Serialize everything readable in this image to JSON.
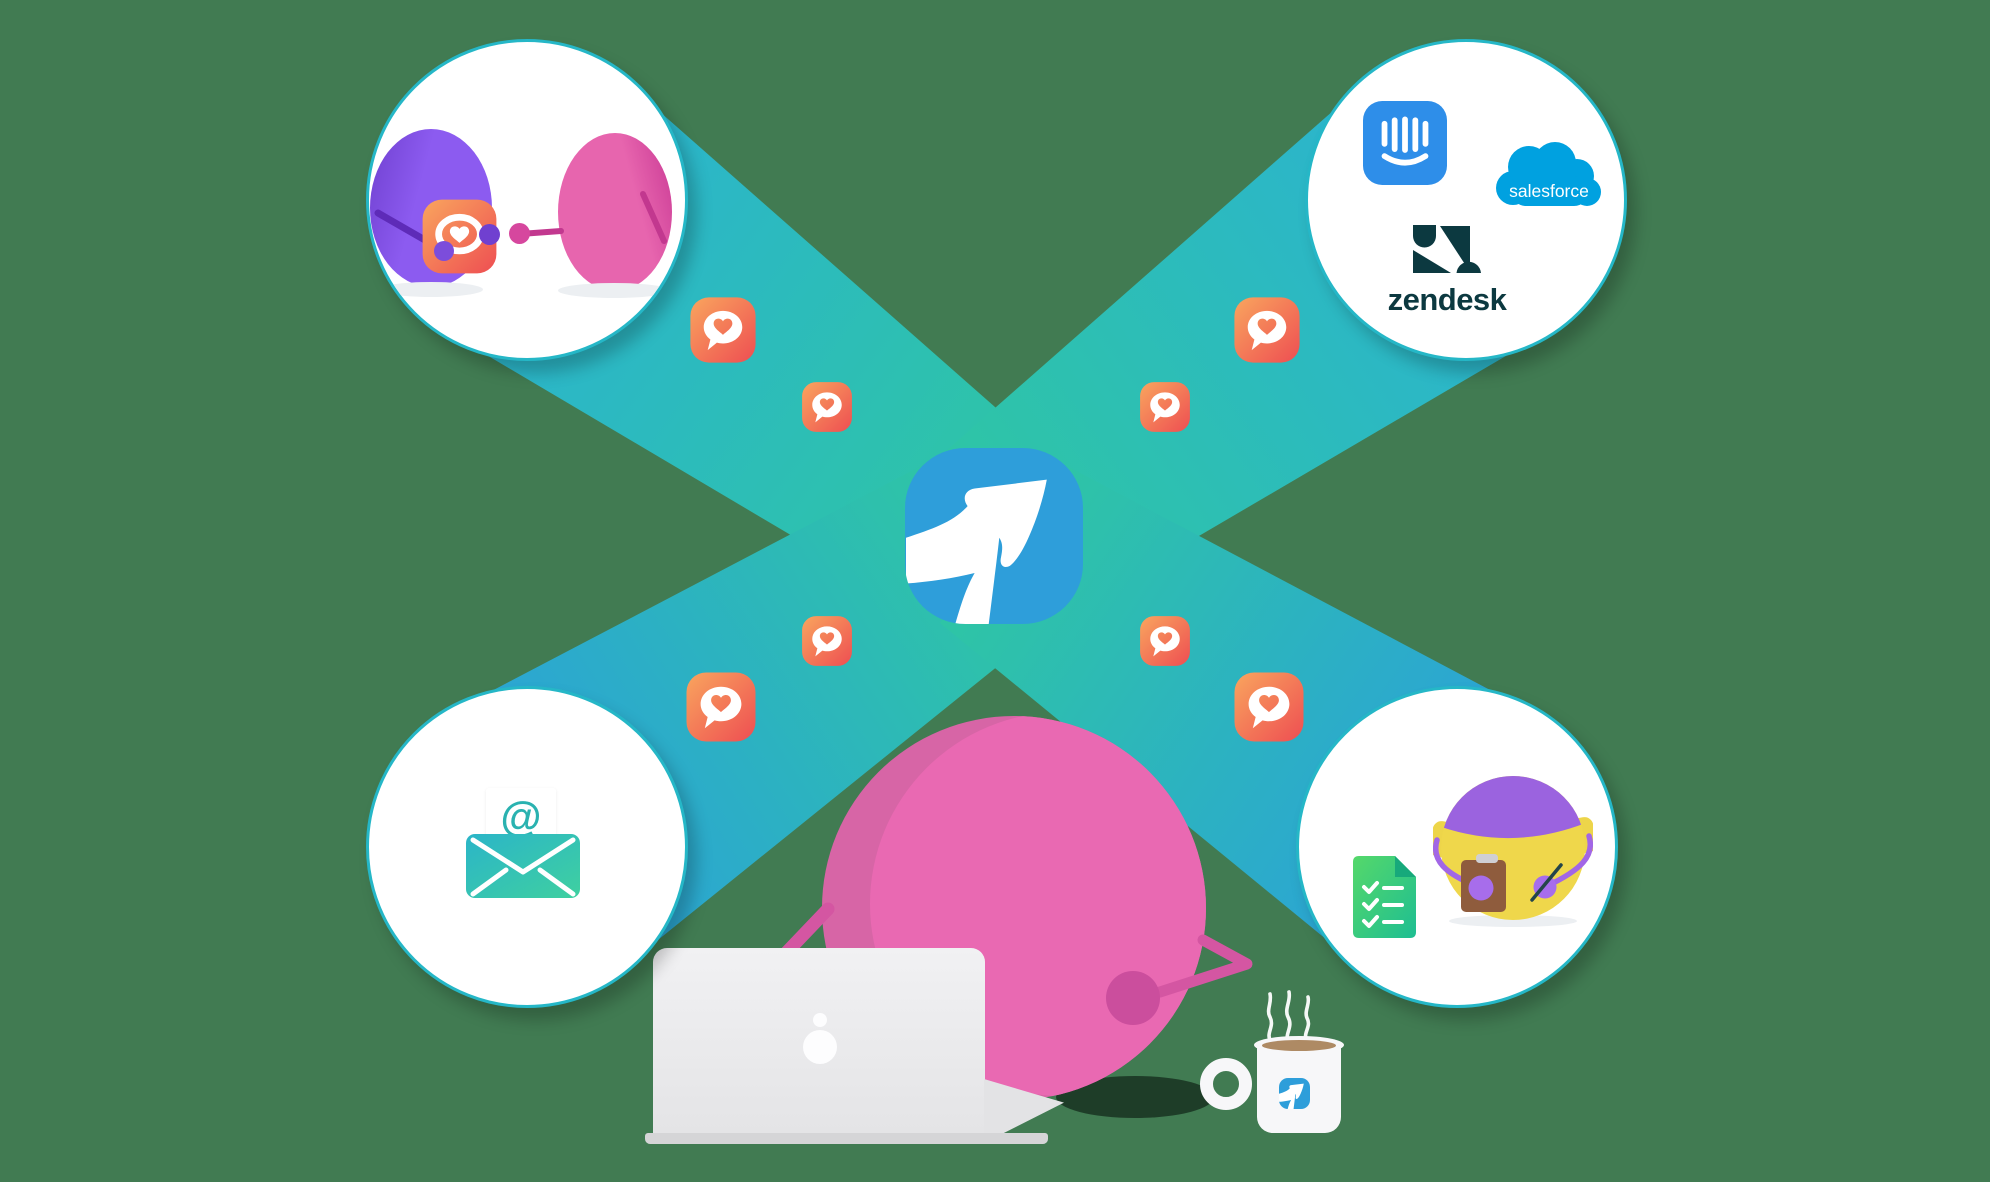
{
  "scene": {
    "title": "App integrations illustration",
    "background_color": "#417B52"
  },
  "center_app": {
    "icon": "growth-arrow-logo",
    "tile_color": "#2E9EDA"
  },
  "beams": {
    "count": 4,
    "outer_color": "#2BB0D6",
    "inner_color": "#2EC5A5"
  },
  "badges": {
    "icon": "heart-chat-badge",
    "count": 8,
    "gradient_start": "#F9A55E",
    "gradient_end": "#EE4E52"
  },
  "bubbles": {
    "top_left": {
      "content": "two chat bots exchanging a heart app icon",
      "purple_bot_color": "#8C5BF0",
      "pink_bot_color": "#E765AE"
    },
    "top_right": {
      "brands": [
        {
          "name": "Intercom",
          "color": "#2E8EE9"
        },
        {
          "name": "Salesforce",
          "wordmark": "salesforce",
          "color": "#00A1E0"
        },
        {
          "name": "Zendesk",
          "wordmark": "zendesk",
          "color": "#0C3940"
        }
      ]
    },
    "bottom_left": {
      "content": "open envelope with letter",
      "at_symbol": "@",
      "envelope_color": "#2BB5C8"
    },
    "bottom_right": {
      "content": "survey bot with clipboard and checklist",
      "bot_colors": [
        "#EFD74B",
        "#9B63DF"
      ]
    }
  },
  "foreground": {
    "character": "pink ball bot working on laptop",
    "ball_color": "#E969B2",
    "laptop_color": "#E9E9EB",
    "mug": {
      "drink": "coffee",
      "logo": "growth-arrow-logo"
    }
  }
}
